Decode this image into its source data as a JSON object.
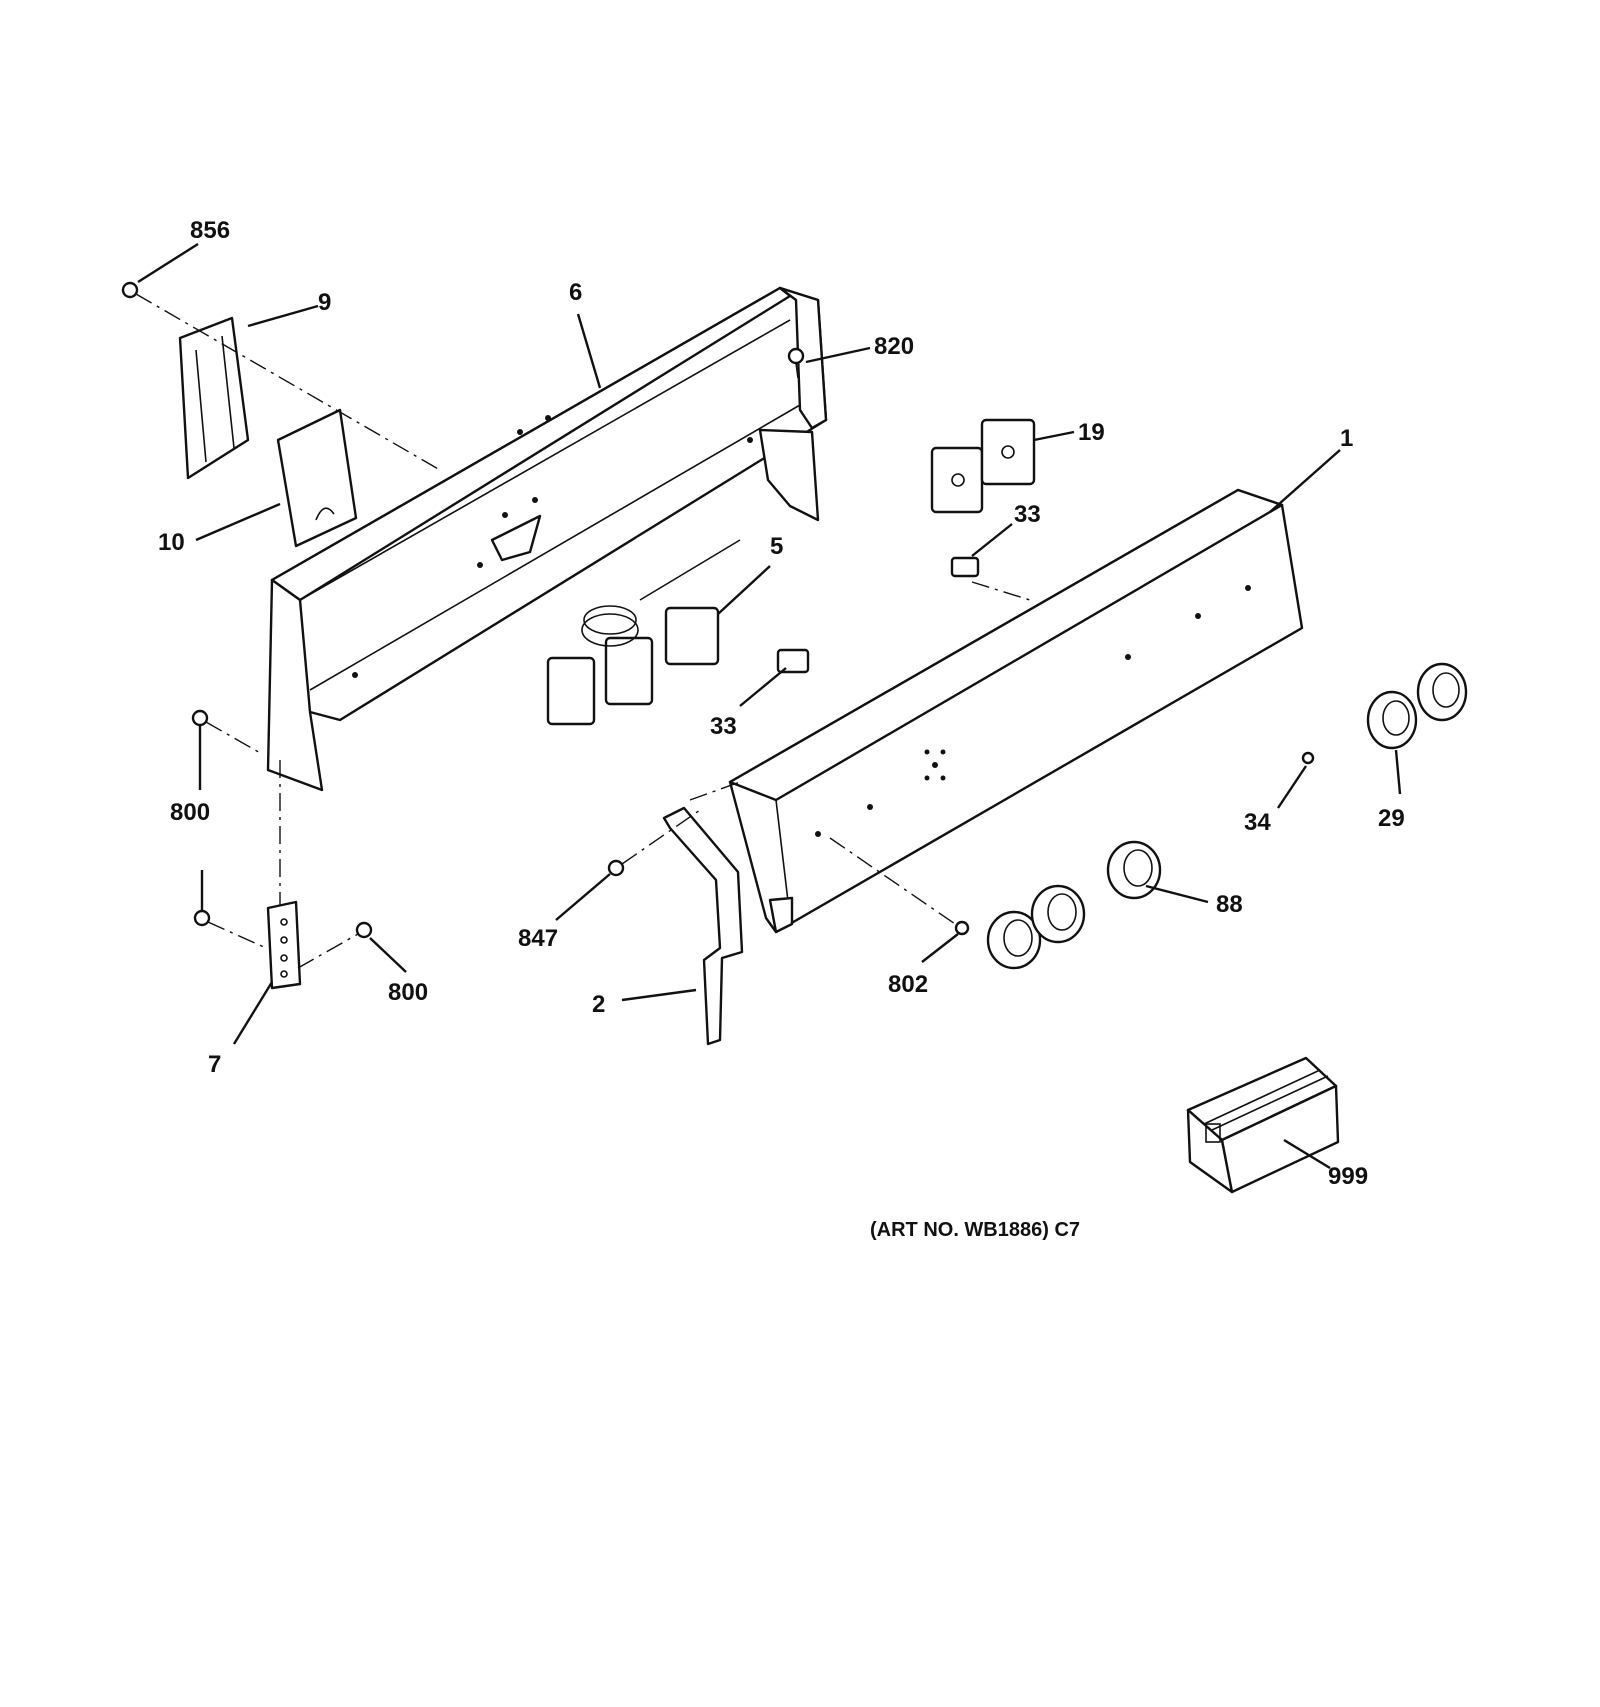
{
  "diagram": {
    "callouts": {
      "c856": "856",
      "c9": "9",
      "c6": "6",
      "c820": "820",
      "c19": "19",
      "c1": "1",
      "c10": "10",
      "c5": "5",
      "c33a": "33",
      "c33b": "33",
      "c800a": "800",
      "c800b": "800",
      "c847": "847",
      "c2": "2",
      "c7": "7",
      "c34": "34",
      "c29": "29",
      "c88": "88",
      "c802": "802",
      "c999": "999"
    },
    "art_number": "(ART NO. WB1886) C7"
  }
}
